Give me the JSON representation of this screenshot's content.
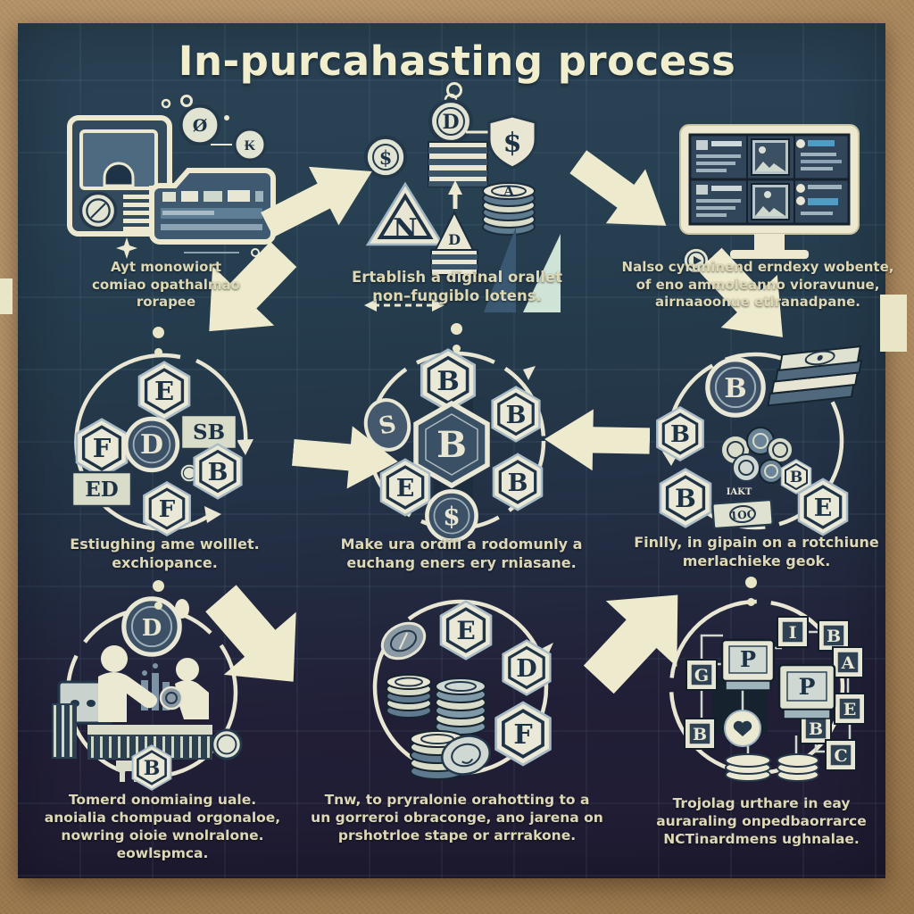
{
  "title": "In-purcahasting process",
  "colors": {
    "poster_top": "#2a4254",
    "poster_bottom": "#1f1b32",
    "cream_accent": "#ece9d0",
    "cork_background": "#b29066",
    "caption_text": "#ddd8b5",
    "blue_accent": "#4f9cc4",
    "mint_accent": "#cfe3d6"
  },
  "captions": {
    "s1": [
      "Ayt monowiort",
      "comiao opathalmao",
      "rorapee"
    ],
    "s2": [
      "Ertablish a diginal orallet",
      "non–fungiblo lotens."
    ],
    "s3": [
      "Nalso cyruninend erndexy wobente,",
      "of eno ammoleanno vioravunue,",
      "airnaaoonue etlranadpane."
    ],
    "s4": [
      "Estiughing ame wolllet.",
      "exchiopance."
    ],
    "s5": [
      "Make ura ordill a rodomunly a",
      "euchang eners ery rniasane."
    ],
    "s6": [
      "Finlly, in gipain on a rotchiune",
      "merlachieke geok."
    ],
    "s7": [
      "Tomerd onomiaing uale.",
      "anoialia chompuad orgonaloe,",
      "nowring oioie wnolralone.",
      "eowlspmca."
    ],
    "s8": [
      "Tnw, to pryralonie orahotting to a",
      "un gorreroi obraconge, ano jarena on",
      "prshotrloe stape or arrrakone."
    ],
    "s9": [
      "Trojolag urthare in eay",
      "auraraling onpedbaorrarce",
      "NCTinardmens ughnalae."
    ]
  },
  "icons": {
    "r1c1": {
      "coin1": "Ø",
      "coin2": "₭"
    },
    "r1c2": {
      "coin_dollar": "$",
      "coin_d": "D",
      "triangle": "N",
      "shield": "$",
      "stack_top": "A",
      "pennant": "D"
    },
    "r2c1": {
      "hex_top": "E",
      "hex_left": "F",
      "hex_right": "B",
      "hex_bottom": "F",
      "center": "D",
      "badge1": "SB",
      "badge2": "ED"
    },
    "r2c2": {
      "hex_top": "B",
      "hex_tr": "B",
      "hex_br": "B",
      "hex_bl": "E",
      "coin_left": "S",
      "coin_bottom": "$",
      "center": "B"
    },
    "r2c3": {
      "coin_top": "B",
      "hex_tl": "B",
      "hex_bl": "B",
      "hex_small": "B",
      "hex_br": "E",
      "note": "1OC",
      "note_label": "IAKT"
    },
    "r3c1": {
      "coin_top": "D",
      "hex_bottom": "B"
    },
    "r3c2": {
      "hex_top": "E",
      "hex_tr": "D",
      "hex_br": "F"
    },
    "r3c3": {
      "squares": [
        "G",
        "B",
        "I",
        "B",
        "A",
        "E",
        "B",
        "C"
      ],
      "card1": "P",
      "card2": "P"
    }
  }
}
